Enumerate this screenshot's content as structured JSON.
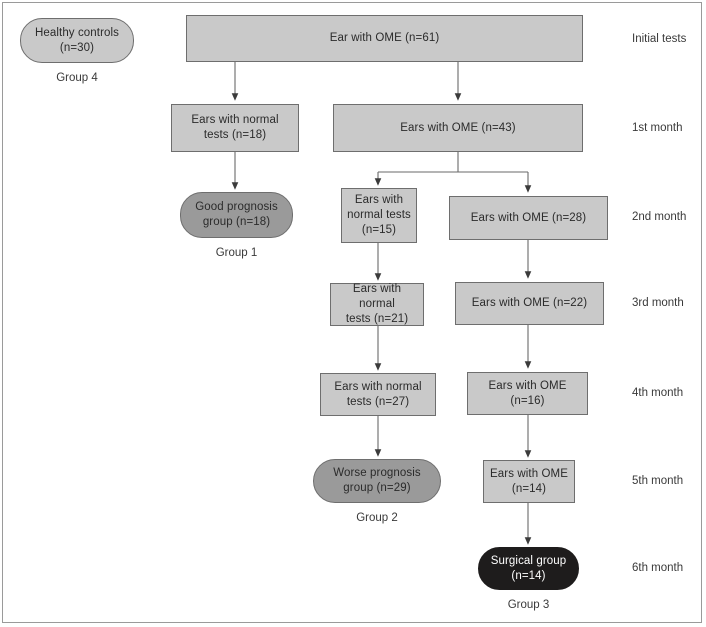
{
  "figure": {
    "title": "Flowchart of ears with otitis media with effusion (OME) follow-up",
    "background": "#ffffff",
    "frame_color": "#9a9a9a"
  },
  "colors": {
    "box_fill_light": "#c9c9c9",
    "box_fill_mid": "#9a9a9a",
    "box_fill_dark": "#1e1c1c",
    "box_border": "#6e6e6e",
    "text": "#2b2b2b",
    "text_on_dark": "#ffffff",
    "arrow": "#555555"
  },
  "nodes": {
    "healthy_controls": "Healthy controls\n(n=30)",
    "ear_with_ome_61": "Ear with OME (n=61)",
    "ears_normal_18": "Ears with normal\ntests (n=18)",
    "ears_ome_43": "Ears with OME (n=43)",
    "good_prognosis_18": "Good prognosis\ngroup (n=18)",
    "ears_normal_15": "Ears with\nnormal tests\n(n=15)",
    "ears_ome_28": "Ears with OME (n=28)",
    "ears_normal_21": "Ears with normal\ntests (n=21)",
    "ears_ome_22": "Ears with OME (n=22)",
    "ears_normal_27": "Ears with normal\ntests (n=27)",
    "ears_ome_16": "Ears with OME\n(n=16)",
    "worse_prognosis_29": "Worse prognosis\ngroup (n=29)",
    "ears_ome_14": "Ears with OME\n(n=14)",
    "surgical_group_14": "Surgical group\n(n=14)"
  },
  "group_labels": {
    "group4": "Group 4",
    "group1": "Group 1",
    "group2": "Group 2",
    "group3": "Group 3"
  },
  "timeline": {
    "initial": "Initial tests",
    "m1": "1st month",
    "m2": "2nd month",
    "m3": "3rd month",
    "m4": "4th month",
    "m5": "5th month",
    "m6": "6th month"
  },
  "chart_data": {
    "type": "diagram",
    "title": "OME follow-up flow diagram",
    "timeline_rows": [
      "Initial tests",
      "1st month",
      "2nd month",
      "3rd month",
      "4th month",
      "5th month",
      "6th month"
    ],
    "nodes": [
      {
        "id": "healthy_controls",
        "label": "Healthy controls (n=30)",
        "n": 30,
        "row": "Initial tests",
        "shape": "rounded",
        "fill": "#c9c9c9",
        "group": "Group 4"
      },
      {
        "id": "ear_with_ome_61",
        "label": "Ear with OME (n=61)",
        "n": 61,
        "row": "Initial tests",
        "shape": "rect",
        "fill": "#c9c9c9"
      },
      {
        "id": "ears_normal_18",
        "label": "Ears with normal tests (n=18)",
        "n": 18,
        "row": "1st month",
        "shape": "rect",
        "fill": "#c9c9c9"
      },
      {
        "id": "ears_ome_43",
        "label": "Ears with OME (n=43)",
        "n": 43,
        "row": "1st month",
        "shape": "rect",
        "fill": "#c9c9c9"
      },
      {
        "id": "good_prognosis_18",
        "label": "Good prognosis group (n=18)",
        "n": 18,
        "row": "2nd month",
        "shape": "rounded",
        "fill": "#9a9a9a",
        "group": "Group 1"
      },
      {
        "id": "ears_normal_15",
        "label": "Ears with normal tests (n=15)",
        "n": 15,
        "row": "2nd month",
        "shape": "rect",
        "fill": "#c9c9c9"
      },
      {
        "id": "ears_ome_28",
        "label": "Ears with OME (n=28)",
        "n": 28,
        "row": "2nd month",
        "shape": "rect",
        "fill": "#c9c9c9"
      },
      {
        "id": "ears_normal_21",
        "label": "Ears with normal tests (n=21)",
        "n": 21,
        "row": "3rd month",
        "shape": "rect",
        "fill": "#c9c9c9"
      },
      {
        "id": "ears_ome_22",
        "label": "Ears with OME (n=22)",
        "n": 22,
        "row": "3rd month",
        "shape": "rect",
        "fill": "#c9c9c9"
      },
      {
        "id": "ears_normal_27",
        "label": "Ears with normal tests (n=27)",
        "n": 27,
        "row": "4th month",
        "shape": "rect",
        "fill": "#c9c9c9"
      },
      {
        "id": "ears_ome_16",
        "label": "Ears with OME (n=16)",
        "n": 16,
        "row": "4th month",
        "shape": "rect",
        "fill": "#c9c9c9"
      },
      {
        "id": "worse_prognosis_29",
        "label": "Worse prognosis group (n=29)",
        "n": 29,
        "row": "5th month",
        "shape": "rounded",
        "fill": "#9a9a9a",
        "group": "Group 2"
      },
      {
        "id": "ears_ome_14",
        "label": "Ears with OME (n=14)",
        "n": 14,
        "row": "5th month",
        "shape": "rect",
        "fill": "#c9c9c9"
      },
      {
        "id": "surgical_group_14",
        "label": "Surgical group (n=14)",
        "n": 14,
        "row": "6th month",
        "shape": "rounded",
        "fill": "#1e1c1c",
        "group": "Group 3"
      }
    ],
    "edges": [
      {
        "from": "ear_with_ome_61",
        "to": "ears_normal_18"
      },
      {
        "from": "ear_with_ome_61",
        "to": "ears_ome_43"
      },
      {
        "from": "ears_normal_18",
        "to": "good_prognosis_18"
      },
      {
        "from": "ears_ome_43",
        "to": "ears_normal_15"
      },
      {
        "from": "ears_ome_43",
        "to": "ears_ome_28"
      },
      {
        "from": "ears_normal_15",
        "to": "ears_normal_21"
      },
      {
        "from": "ears_ome_28",
        "to": "ears_ome_22"
      },
      {
        "from": "ears_normal_21",
        "to": "ears_normal_27"
      },
      {
        "from": "ears_ome_22",
        "to": "ears_ome_16"
      },
      {
        "from": "ears_normal_27",
        "to": "worse_prognosis_29"
      },
      {
        "from": "ears_ome_16",
        "to": "ears_ome_14"
      },
      {
        "from": "ears_ome_14",
        "to": "surgical_group_14"
      }
    ]
  }
}
